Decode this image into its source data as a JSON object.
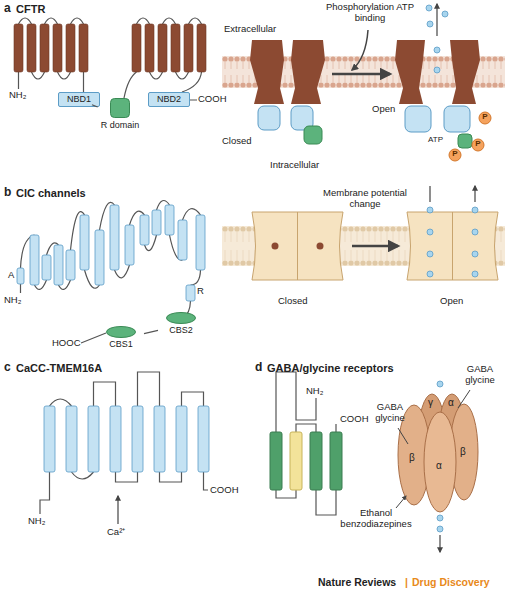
{
  "diagram": {
    "nodes": [
      {
        "text": [
          "NBD1"
        ]
      },
      {
        "text": [
          "R domain"
        ]
      },
      {
        "text": [
          "NBD2"
        ]
      },
      {
        "text": [
          "CBS1"
        ]
      },
      {
        "text": [
          "CBS2"
        ]
      }
    ],
    "edges": [
      {
        "from": 0,
        "to": 1,
        "arrow": "none"
      },
      {
        "from": 3,
        "to": 4,
        "arrow": "none"
      }
    ],
    "labels": [
      "a",
      "CFTR",
      "NH₂",
      "COOH",
      "Extracellular",
      "Phosphorylation ATP binding",
      "Intracellular",
      "Closed",
      "Open",
      "ATP",
      "P",
      "P",
      "P",
      "b",
      "ClC channels",
      "NH₂",
      "A",
      "R",
      "HOOC",
      "Membrane potential change",
      "Closed",
      "Open",
      "c",
      "CaCC-TMEM16A",
      "NH₂",
      "COOH",
      "Ca²⁺",
      "d",
      "GABA/glycine receptors",
      "NH₂",
      "COOH",
      "GABA glycine",
      "GABA glycine",
      "γ",
      "α",
      "β",
      "α",
      "β",
      "Ethanol benzodiazepines",
      "Nature Reviews",
      "|",
      "Drug Discovery"
    ]
  }
}
